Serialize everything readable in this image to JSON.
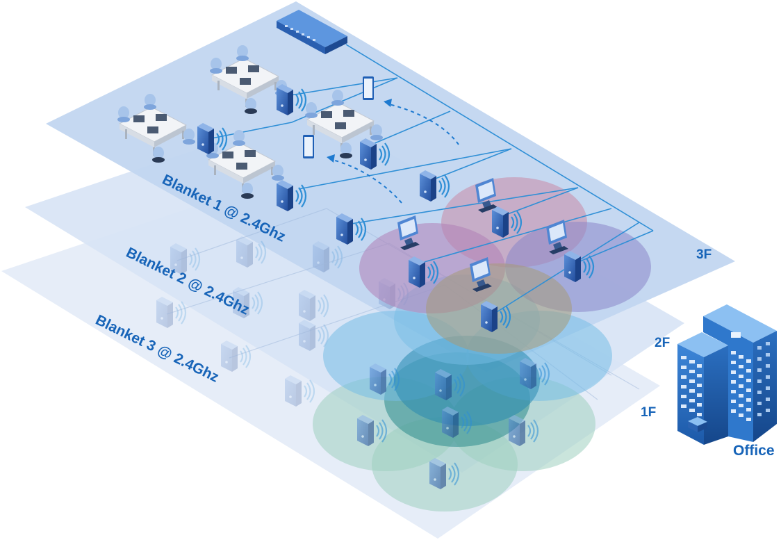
{
  "blankets": [
    {
      "label": "Blanket 1 @ 2.4Ghz"
    },
    {
      "label": "Blanket 2 @ 2.4Ghz"
    },
    {
      "label": "Blanket 3 @ 2.4Ghz"
    }
  ],
  "floors": {
    "f3": "3F",
    "f2": "2F",
    "f1": "1F"
  },
  "building_label": "Office",
  "colors": {
    "plane_top": "#c2d6f0",
    "plane_mid": "#d8e4f5",
    "plane_bottom": "#e6edf8",
    "accent": "#1764b8",
    "cable": "#2f8fd6",
    "coverage_red": "#c98aa6",
    "coverage_purple": "#8b86c9",
    "coverage_olive": "#a59b78",
    "coverage_blue": "#77bde6",
    "coverage_teal": "#2c8a8c",
    "coverage_green": "#9fcfbf"
  }
}
